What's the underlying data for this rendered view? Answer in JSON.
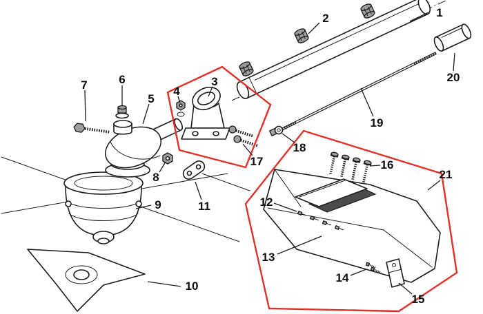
{
  "diagram": {
    "type": "exploded-parts-diagram",
    "background_color": "#ffffff",
    "line_color": "#1b1b1b",
    "highlight_color": "#e23128",
    "callouts": [
      {
        "label": "1"
      },
      {
        "label": "2"
      },
      {
        "label": "3"
      },
      {
        "label": "4"
      },
      {
        "label": "5"
      },
      {
        "label": "6"
      },
      {
        "label": "7"
      },
      {
        "label": "8"
      },
      {
        "label": "9"
      },
      {
        "label": "10"
      },
      {
        "label": "11"
      },
      {
        "label": "12"
      },
      {
        "label": "13"
      },
      {
        "label": "14"
      },
      {
        "label": "15"
      },
      {
        "label": "16"
      },
      {
        "label": "17"
      },
      {
        "label": "18"
      },
      {
        "label": "19"
      },
      {
        "label": "20"
      },
      {
        "label": "21"
      }
    ]
  }
}
